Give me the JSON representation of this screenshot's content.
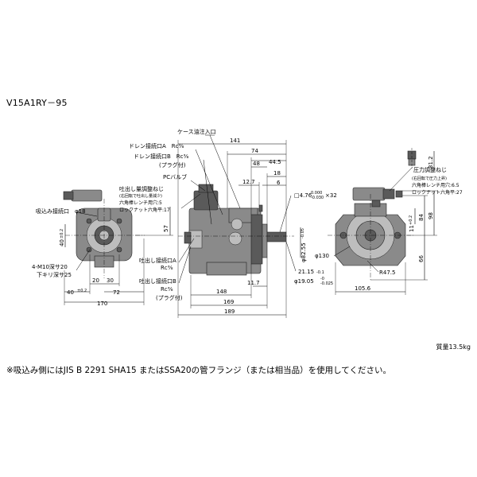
{
  "model_name": "V15A1RY－95",
  "weight": "質量13.5kg",
  "note": "※吸込み側にはJIS B 2291 SHA15 またはSSA20の管フランジ（または相当品）を使用してください。",
  "labels": {
    "case_oil_inlet": "ケース油注入口",
    "drain_a": "ドレン接続口A　Rc⅜",
    "drain_b": "ドレン接続口B　Rc⅜",
    "plug": "(プラグ付)",
    "pc_valve": "PCバルブ",
    "flow_adjust": "吐出し量調整ねじ",
    "flow_adjust_note": "(右回転で吐出し量減少)",
    "hex_wrench_5": "六角棒レンチ用穴:5",
    "lock_nut_17": "ロックナット六角平:17",
    "suction_port": "吸込み接続口　φ18",
    "m10": "4-M10深サ20",
    "drill25": "下キリ深サ25",
    "discharge_a": "吐出し接続口A",
    "rc38_a": "Rc⅜",
    "discharge_b": "吐出し接続口B",
    "rc38_b": "Rc⅜",
    "plug2": "(プラグ付)",
    "pressure_adjust": "圧力調整ねじ",
    "pressure_note": "(右回転で圧力上昇)",
    "hex_wrench_65": "六角棒レンチ用穴:6.5",
    "lock_nut_27": "ロックナット六角平:27",
    "key_dim": "□4.76",
    "key_tol_a": "0.000",
    "key_tol_b": "-0.030",
    "key_len": "×32",
    "phi_8255": "φ82.55",
    "phi_8255_tol": "-0.05",
    "phi_130": "φ130",
    "dim_2115": "21.15",
    "dim_2115_tol": "-0.1",
    "phi_1905": "φ19.05",
    "phi_1905_tol_a": "-0",
    "phi_1905_tol_b": "-0.025",
    "r475": "R47.5",
    "dim_112": "11",
    "dim_112_tol": "+0.2",
    "dim_402": "40",
    "dim_402_tol": "±0.2"
  },
  "dimensions": {
    "d141": "141",
    "d74": "74",
    "d445": "44.5",
    "d48": "48",
    "d18": "18",
    "d127": "12.7",
    "d6": "6",
    "d57": "57",
    "d40": "40",
    "d20": "20",
    "d30": "30",
    "d72": "72",
    "d170": "170",
    "d117": "11.7",
    "d148": "148",
    "d169": "169",
    "d189": "189",
    "d312": "31.2",
    "d84": "84",
    "d98": "98",
    "d66": "66",
    "d1056": "105.6"
  }
}
